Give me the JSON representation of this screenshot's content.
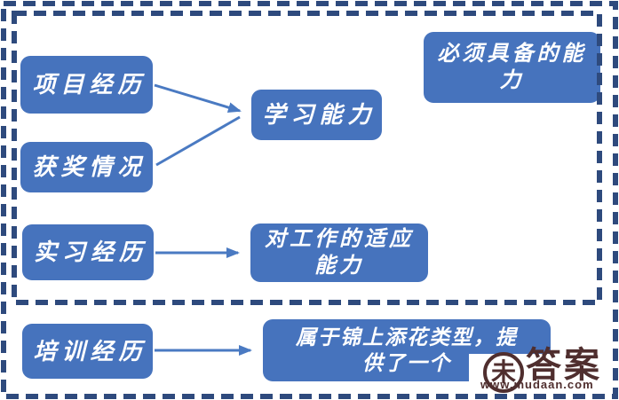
{
  "diagram": {
    "boxes": {
      "project": {
        "label": "项目经历"
      },
      "award": {
        "label": "获奖情况"
      },
      "internship": {
        "label": "实习经历"
      },
      "training": {
        "label": "培训经历"
      },
      "learning": {
        "label": "学习能力"
      },
      "adaptability": {
        "lines": [
          "对工作的适应",
          "能力"
        ]
      },
      "required": {
        "lines": [
          "必须具备的能",
          "力"
        ]
      },
      "icing": {
        "lines": [
          "属于锦上添花类型，提",
          "供了一个"
        ]
      }
    },
    "arrows": [
      {
        "from": "项目经历",
        "to": "学习能力"
      },
      {
        "from": "获奖情况",
        "to": "学习能力"
      },
      {
        "from": "实习经历",
        "to": "对工作的适应能力"
      },
      {
        "from": "培训经历",
        "to": "属于锦上添花类型"
      }
    ]
  },
  "watermark": {
    "logo_char": "未",
    "brand": "答案",
    "url": "www.mudaan.com"
  },
  "colors": {
    "box_fill": "#4673bd",
    "box_text": "#ffffff",
    "dashed_border": "#2e4a7d",
    "arrow": "#4a7ac2",
    "watermark": "#4f2e2e",
    "background": "#ffffff"
  }
}
